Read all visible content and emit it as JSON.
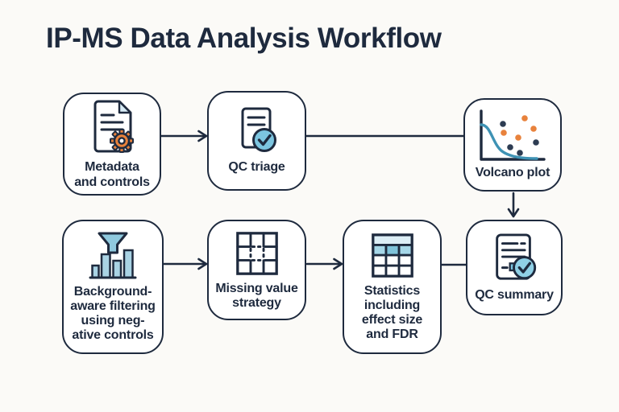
{
  "title": "IP-MS Data Analysis Workflow",
  "colors": {
    "background": "#fbfaf7",
    "node_fill": "#ffffff",
    "outline_navy": "#1e2a3e",
    "accent_orange": "#e8823c",
    "accent_blue": "#7cc5e0",
    "accent_light_blue": "#a9d3e4",
    "accent_pale_blue": "#dceef6",
    "curve_teal": "#3e92b4"
  },
  "nodes": {
    "metadata": {
      "label": "Metadata\nand controls",
      "icon": "document-gear"
    },
    "qc_triage": {
      "label": "QC triage",
      "icon": "document-check"
    },
    "volcano": {
      "label": "Volcano plot",
      "icon": "volcano-scatter"
    },
    "filtering": {
      "label": "Background-\naware filtering\nusing neg-\native controls",
      "icon": "funnel-bars"
    },
    "missing": {
      "label": "Missing value\nstrategy",
      "icon": "grid-missing-cell"
    },
    "statistics": {
      "label": "Statistics\nincluding\neffect size\nand FDR",
      "icon": "table-highlighted"
    },
    "qc_summary": {
      "label": "QC summary",
      "icon": "report-check"
    }
  },
  "edges": [
    {
      "from": "metadata",
      "to": "qc_triage",
      "style": "arrow"
    },
    {
      "from": "qc_triage",
      "to": "volcano",
      "style": "line"
    },
    {
      "from": "volcano",
      "to": "qc_summary",
      "style": "arrow"
    },
    {
      "from": "filtering",
      "to": "missing",
      "style": "arrow"
    },
    {
      "from": "missing",
      "to": "statistics",
      "style": "arrow"
    },
    {
      "from": "statistics",
      "to": "qc_summary",
      "style": "line"
    }
  ]
}
